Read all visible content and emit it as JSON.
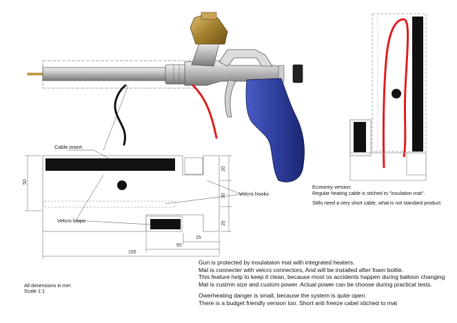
{
  "labels": {
    "cable_insert": "Cable insert",
    "velcro_hooks": "Velcro hooks",
    "velcro_loops": "Velcro loops"
  },
  "dimensions": {
    "height_50": "50",
    "d20_top": "20",
    "d30": "30",
    "d20_bottom": "20",
    "d25": "25",
    "d60": "60",
    "d155": "155"
  },
  "economy": {
    "title": "Economy version:",
    "line1": "Regular heating cable is stiched to \"insulation mat\".",
    "line2": "Stills need a very short cable, what is not standard product."
  },
  "footer": {
    "units": "All dimensions in mm",
    "scale": "Scale 1:1"
  },
  "description": {
    "lines": [
      "Gun is protected by insulataion mat with integrated heaters.",
      "Mat is connecter with velcro connectors, And will be installed after foam bottle.",
      "This feature help to keep it clean, because most os accidents happen during balloon changing",
      "Mat is custmn size and custom power. Actual power can be choose during practical tests.",
      "",
      "Owerheating danger is small, because the system is quite open.",
      "There is a budget friendly version too. Short anti freeze cabel stiched to mat"
    ]
  },
  "colors": {
    "gun_handle": "#2f3f9e",
    "valve_brass": "#a5822f",
    "heating_cable": "#e01b1b",
    "outline": "#444444"
  }
}
